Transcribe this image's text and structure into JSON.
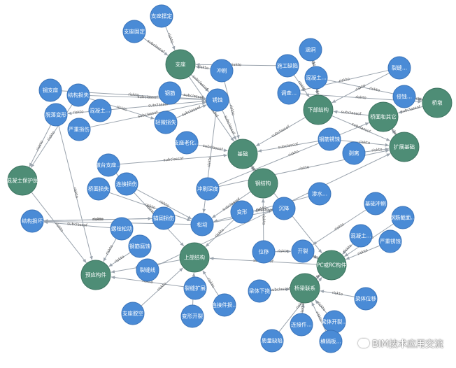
{
  "colors": {
    "entity_node": "#4a8bd6",
    "entity_stroke": "#3a73b8",
    "concept_node": "#4e8d76",
    "concept_stroke": "#3f7562",
    "edge": "#9aa3ad"
  },
  "watermark": "BIM技术应用交流",
  "nodes": [
    {
      "id": "zhicheng",
      "label": "支座",
      "kind": "concept"
    },
    {
      "id": "jichu",
      "label": "基础",
      "kind": "concept"
    },
    {
      "id": "xiabujiegou",
      "label": "下部结构",
      "kind": "concept"
    },
    {
      "id": "qiaomian",
      "label": "桥面和其它",
      "kind": "concept"
    },
    {
      "id": "qiaodun",
      "label": "桥墩",
      "kind": "concept"
    },
    {
      "id": "kuamian",
      "label": "扩展基础",
      "kind": "concept"
    },
    {
      "id": "hunningtu",
      "label": "混凝土保护层",
      "kind": "concept"
    },
    {
      "id": "zhujiegou",
      "label": "钢结构",
      "kind": "concept"
    },
    {
      "id": "shangbu",
      "label": "上部结构",
      "kind": "concept"
    },
    {
      "id": "zhiguojian",
      "label": "预应构件",
      "kind": "concept"
    },
    {
      "id": "biaoqian",
      "label": "PC或RC构件",
      "kind": "concept"
    },
    {
      "id": "qiaoliang",
      "label": "桥梁联系",
      "kind": "concept"
    },
    {
      "id": "e_zzpzd",
      "label": "支座摆定",
      "kind": "entity"
    },
    {
      "id": "e_zzgd",
      "label": "支座固定",
      "kind": "entity"
    },
    {
      "id": "e_cq",
      "label": "冲刷",
      "kind": "entity"
    },
    {
      "id": "e_hg",
      "label": "涵洞",
      "kind": "entity"
    },
    {
      "id": "e_sgzt",
      "label": "施工缺陷",
      "kind": "entity"
    },
    {
      "id": "e_hns",
      "label": "混凝土...",
      "kind": "entity"
    },
    {
      "id": "e_zsdl",
      "label": "裂缝...",
      "kind": "entity"
    },
    {
      "id": "e_zss",
      "label": "侵蚀...",
      "kind": "entity"
    },
    {
      "id": "e_jss",
      "label": "钢支座",
      "kind": "entity"
    },
    {
      "id": "e_jzbb",
      "label": "结构损失",
      "kind": "entity"
    },
    {
      "id": "e_jzjs",
      "label": "混凝土...",
      "kind": "entity"
    },
    {
      "id": "e_bfxs",
      "label": "脱落变形",
      "kind": "entity"
    },
    {
      "id": "e_yzss",
      "label": "严重损伤",
      "kind": "entity"
    },
    {
      "id": "e_ws",
      "label": "钢筋",
      "kind": "entity"
    },
    {
      "id": "e_zyss",
      "label": "轻微损失",
      "kind": "entity"
    },
    {
      "id": "e_dzbg",
      "label": "支座老化...",
      "kind": "entity"
    },
    {
      "id": "e_jsg",
      "label": "锈蚀",
      "kind": "entity"
    },
    {
      "id": "e_dgjd",
      "label": "墩台支座...",
      "kind": "entity"
    },
    {
      "id": "e_tjcd",
      "label": "调查...",
      "kind": "entity"
    },
    {
      "id": "e_gjd",
      "label": "钢筋锈蚀",
      "kind": "entity"
    },
    {
      "id": "e_mz",
      "label": "剥离",
      "kind": "entity"
    },
    {
      "id": "e_cqcg",
      "label": "冲刷深度",
      "kind": "entity"
    },
    {
      "id": "e_zhgx",
      "label": "连接损伤",
      "kind": "entity"
    },
    {
      "id": "e_qgss",
      "label": "桥面损失",
      "kind": "entity"
    },
    {
      "id": "e_ghbs",
      "label": "结构损坏",
      "kind": "entity"
    },
    {
      "id": "e_jgss",
      "label": "锚固损伤",
      "kind": "entity"
    },
    {
      "id": "e_mjfs",
      "label": "螺栓松动",
      "kind": "entity"
    },
    {
      "id": "e_zjss",
      "label": "钢筋腐蚀",
      "kind": "entity"
    },
    {
      "id": "e_sds",
      "label": "松动",
      "kind": "entity"
    },
    {
      "id": "e_bx",
      "label": "变形",
      "kind": "entity"
    },
    {
      "id": "e_lj",
      "label": "沉降",
      "kind": "entity"
    },
    {
      "id": "e_shenh",
      "label": "渗水...",
      "kind": "entity"
    },
    {
      "id": "e_jcdf",
      "label": "基础冲刷",
      "kind": "entity"
    },
    {
      "id": "e_jhsw",
      "label": "钢筋截面...",
      "kind": "entity"
    },
    {
      "id": "e_chsh",
      "label": "混凝土...",
      "kind": "entity"
    },
    {
      "id": "e_yzzs",
      "label": "严重锈蚀",
      "kind": "entity"
    },
    {
      "id": "e_bxd",
      "label": "裂缝线",
      "kind": "entity"
    },
    {
      "id": "e_wy",
      "label": "位移",
      "kind": "entity"
    },
    {
      "id": "e_kl",
      "label": "开裂",
      "kind": "entity"
    },
    {
      "id": "e_ssbg",
      "label": "裂缝扩展",
      "kind": "entity"
    },
    {
      "id": "e_zzzd",
      "label": "支座脱空",
      "kind": "entity"
    },
    {
      "id": "e_tsjd",
      "label": "变形开裂",
      "kind": "entity"
    },
    {
      "id": "e_lgjd",
      "label": "连接件损...",
      "kind": "entity"
    },
    {
      "id": "e_sxd",
      "label": "梁体下挠",
      "kind": "entity"
    },
    {
      "id": "e_jtfs",
      "label": "梁体位移",
      "kind": "entity"
    },
    {
      "id": "e_ldfs",
      "label": "梁体开裂...",
      "kind": "entity"
    },
    {
      "id": "e_lxzl",
      "label": "连接件...",
      "kind": "entity"
    },
    {
      "id": "e_jglx",
      "label": "质量缺陷",
      "kind": "entity"
    },
    {
      "id": "e_hnsj",
      "label": "横隔板...",
      "kind": "entity"
    }
  ],
  "edges": [
    {
      "from": "e_zzpzd",
      "to": "zhicheng",
      "label": "riskto"
    },
    {
      "from": "e_zzgd",
      "to": "zhicheng",
      "label": "subclassof"
    },
    {
      "from": "zhicheng",
      "to": "e_jsg",
      "label": "subclassof"
    },
    {
      "from": "e_cq",
      "to": "zhicheng",
      "label": "riskto"
    },
    {
      "from": "e_cq",
      "to": "jichu",
      "label": "riskto"
    },
    {
      "from": "e_hg",
      "to": "e_hns",
      "label": "riskto"
    },
    {
      "from": "e_sgzt",
      "to": "xiabujiegou",
      "label": "riskto"
    },
    {
      "from": "e_hns",
      "to": "xiabujiegou",
      "label": "riskto"
    },
    {
      "from": "e_zsdl",
      "to": "xiabujiegou",
      "label": "riskto"
    },
    {
      "from": "e_zss",
      "to": "qiaodun",
      "label": "riskto"
    },
    {
      "from": "e_tjcd",
      "to": "qiaodun",
      "label": "riskto"
    },
    {
      "from": "e_jss",
      "to": "e_jsg",
      "label": "riskto"
    },
    {
      "from": "e_jzbb",
      "to": "e_jsg",
      "label": "subclassof"
    },
    {
      "from": "e_jzbb",
      "to": "hunningtu",
      "label": "riskto"
    },
    {
      "from": "e_jzjs",
      "to": "e_jsg",
      "label": "subclassof"
    },
    {
      "from": "e_jzjs",
      "to": "e_bfxs",
      "label": "riskto"
    },
    {
      "from": "e_bfxs",
      "to": "hunningtu",
      "label": "riskto"
    },
    {
      "from": "e_yzss",
      "to": "e_jsg",
      "label": "subclassof"
    },
    {
      "from": "e_ws",
      "to": "e_jsg",
      "label": "subclassof"
    },
    {
      "from": "e_zyss",
      "to": "e_jsg",
      "label": "subclassof"
    },
    {
      "from": "e_jsg",
      "to": "jichu",
      "label": "subclassof"
    },
    {
      "from": "e_dzbg",
      "to": "jichu",
      "label": "subclassof"
    },
    {
      "from": "e_dgjd",
      "to": "jichu",
      "label": "subclassof"
    },
    {
      "from": "xiabujiegou",
      "to": "jichu",
      "label": "subclassof"
    },
    {
      "from": "e_mz",
      "to": "kuamian",
      "label": "riskto"
    },
    {
      "from": "e_cqcg",
      "to": "qiaomian",
      "label": "riskto"
    },
    {
      "from": "qiaomian",
      "to": "xiabujiegou",
      "label": "subclassof"
    },
    {
      "from": "kuamian",
      "to": "qiaomian",
      "label": "subclassof"
    },
    {
      "from": "qiaodun",
      "to": "qiaomian",
      "label": "subclassof"
    },
    {
      "from": "e_gjd",
      "to": "jichu",
      "label": "subclassof"
    },
    {
      "from": "jichu",
      "to": "zhujiegou",
      "label": "subclassof"
    },
    {
      "from": "zhujiegou",
      "to": "e_sds",
      "label": "subclassof"
    },
    {
      "from": "e_zhgx",
      "to": "e_sds",
      "label": "riskto"
    },
    {
      "from": "e_qgss",
      "to": "e_sds",
      "label": "riskto"
    },
    {
      "from": "e_ghbs",
      "to": "e_jgss",
      "label": "riskto"
    },
    {
      "from": "e_mjfs",
      "to": "e_ghbs",
      "label": "subclassof"
    },
    {
      "from": "e_mjfs",
      "to": "zhiguojian",
      "label": "riskto"
    },
    {
      "from": "e_zjss",
      "to": "zhiguojian",
      "label": "riskto"
    },
    {
      "from": "hunningtu",
      "to": "zhiguojian",
      "label": "riskto"
    },
    {
      "from": "e_sds",
      "to": "e_ghbs",
      "label": "riskto"
    },
    {
      "from": "e_bx",
      "to": "shangbu",
      "label": "riskto"
    },
    {
      "from": "e_lj",
      "to": "e_bx",
      "label": "riskto"
    },
    {
      "from": "e_shenh",
      "to": "e_sds",
      "label": "riskto"
    },
    {
      "from": "e_jcdf",
      "to": "e_kl",
      "label": "riskto"
    },
    {
      "from": "e_jhsw",
      "to": "biaoqian",
      "label": "riskto"
    },
    {
      "from": "e_chsh",
      "to": "biaoqian",
      "label": "riskto"
    },
    {
      "from": "e_yzzs",
      "to": "biaoqian",
      "label": "riskto"
    },
    {
      "from": "e_bxd",
      "to": "kuamian",
      "label": "riskto"
    },
    {
      "from": "e_wy",
      "to": "zhujiegou",
      "label": "riskto"
    },
    {
      "from": "e_kl",
      "to": "biaoqian",
      "label": "riskto"
    },
    {
      "from": "shangbu",
      "to": "zhiguojian",
      "label": "subclassof"
    },
    {
      "from": "e_ssbg",
      "to": "zhiguojian",
      "label": "riskto"
    },
    {
      "from": "e_zzzd",
      "to": "shangbu",
      "label": "riskto"
    },
    {
      "from": "e_tsjd",
      "to": "shangbu",
      "label": "riskto"
    },
    {
      "from": "e_lgjd",
      "to": "shangbu",
      "label": "riskto"
    },
    {
      "from": "e_sxd",
      "to": "qiaoliang",
      "label": "subclassof"
    },
    {
      "from": "e_jtfs",
      "to": "qiaoliang",
      "label": "riskto"
    },
    {
      "from": "e_ldfs",
      "to": "qiaoliang",
      "label": "riskto"
    },
    {
      "from": "e_lxzl",
      "to": "qiaoliang",
      "label": "riskto"
    },
    {
      "from": "e_jglx",
      "to": "biaoqian",
      "label": "riskto"
    },
    {
      "from": "e_hnsj",
      "to": "qiaoliang",
      "label": "riskto"
    },
    {
      "from": "qiaoliang",
      "to": "biaoqian",
      "label": "subclassof"
    },
    {
      "from": "biaoqian",
      "to": "shangbu",
      "label": "subclassof"
    },
    {
      "from": "e_jgss",
      "to": "e_ghbs",
      "label": "riskto"
    },
    {
      "from": "e_wy",
      "to": "e_kl",
      "label": "riskto"
    },
    {
      "from": "e_zsdl",
      "to": "e_tjcd",
      "label": "riskto"
    },
    {
      "from": "xiabujiegou",
      "to": "kuamian",
      "label": "subclassof"
    },
    {
      "from": "e_hns",
      "to": "qiaodun",
      "label": "riskto"
    },
    {
      "from": "e_sgzt",
      "to": "zhicheng",
      "label": "riskto"
    },
    {
      "from": "e_jzbb",
      "to": "e_zyss",
      "label": "riskto"
    },
    {
      "from": "e_dgjd",
      "to": "shangbu",
      "label": "riskto"
    },
    {
      "from": "e_cqcg",
      "to": "kuamian",
      "label": "riskto"
    },
    {
      "from": "e_jsg",
      "to": "e_sds",
      "label": "riskto"
    },
    {
      "from": "zhicheng",
      "to": "jichu",
      "label": "subclassof"
    },
    {
      "from": "e_gjd",
      "to": "kuamian",
      "label": "riskto"
    },
    {
      "from": "jichu",
      "to": "biaoqian",
      "label": "riskto"
    },
    {
      "from": "e_sds",
      "to": "e_lj",
      "label": "riskto"
    },
    {
      "from": "e_bfxs",
      "to": "zhiguojian",
      "label": "riskto"
    }
  ]
}
